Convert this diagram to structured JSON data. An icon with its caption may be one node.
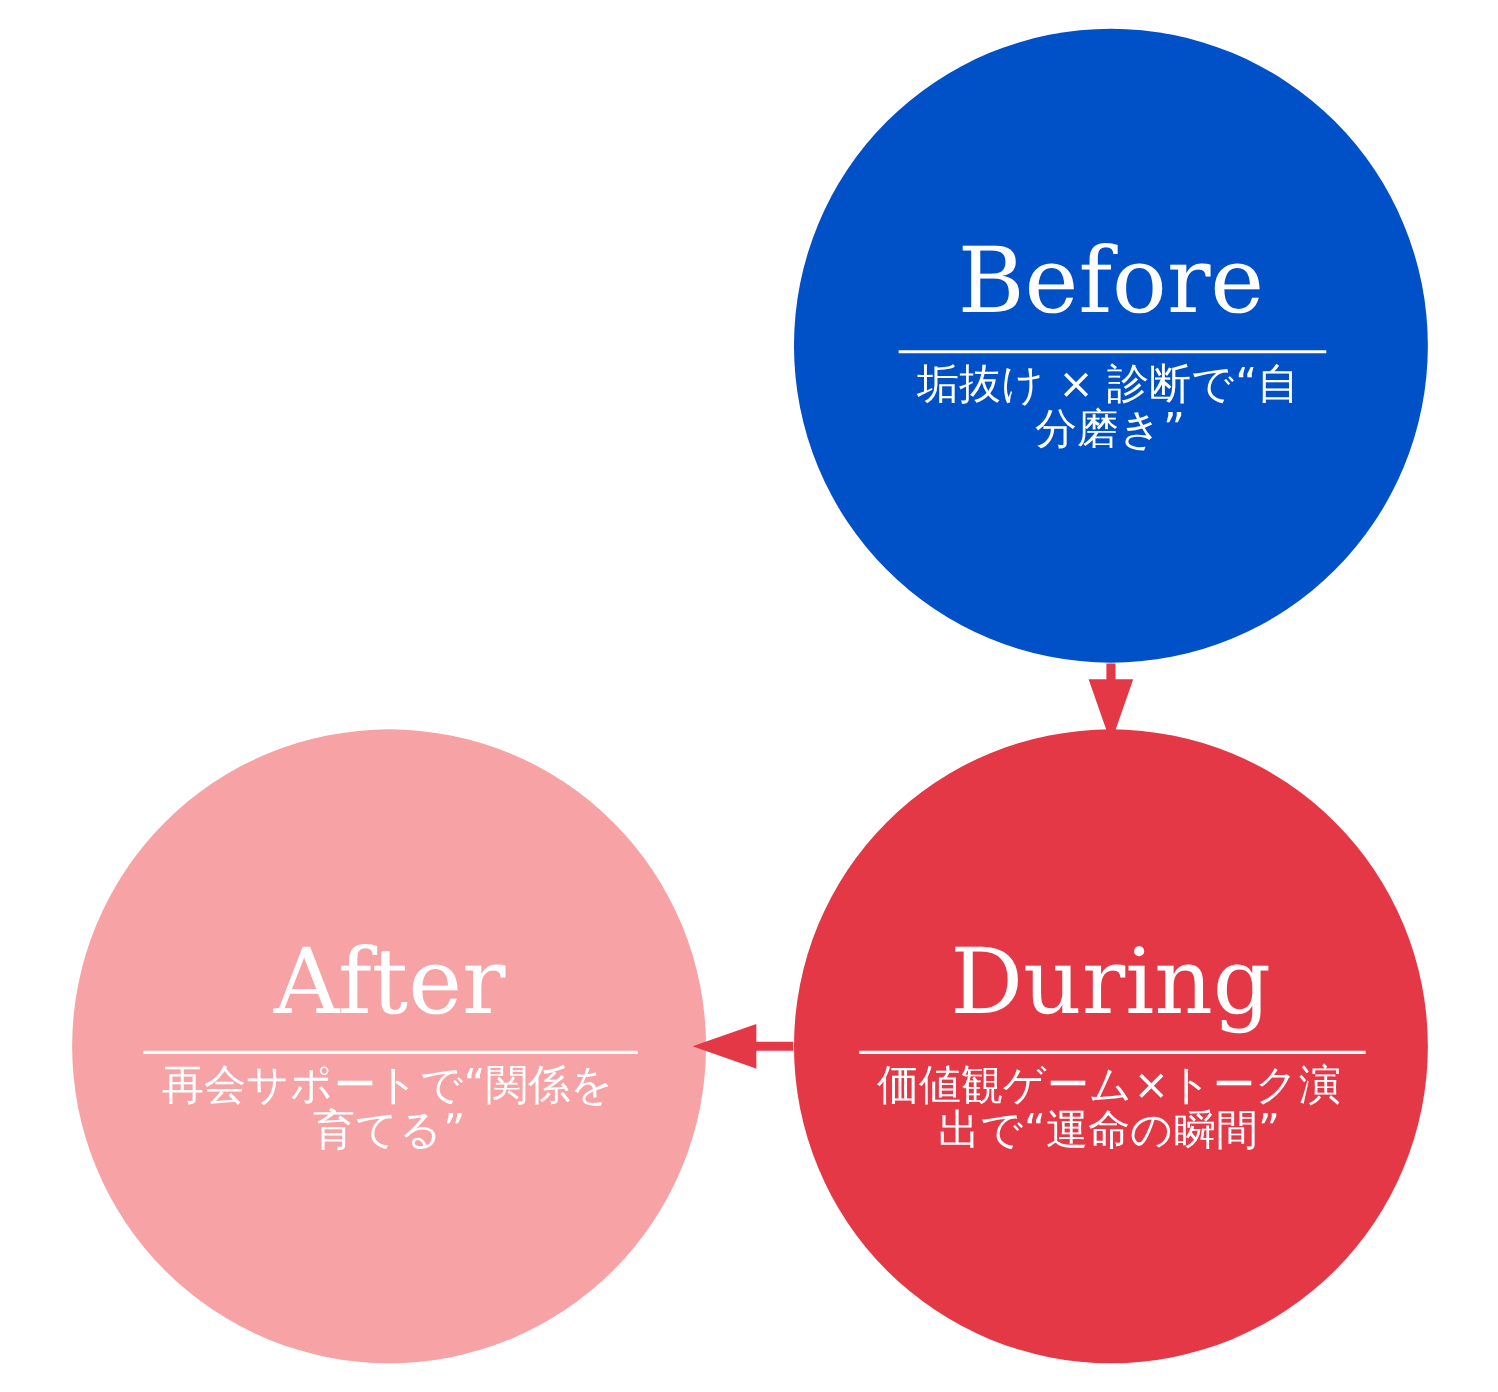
{
  "diagram": {
    "nodes": [
      {
        "text": [
          "Before",
          "垢抜け × 診断で“自分磨き”"
        ]
      },
      {
        "text": [
          "After",
          "再会サポートで“関係を育てる”"
        ]
      },
      {
        "text": [
          "During",
          "価値観ゲーム×トーク演出で“運命の瞬間”"
        ]
      }
    ],
    "edges": [
      {
        "from": 0,
        "to": 2,
        "arrow": "to"
      },
      {
        "from": 2,
        "to": 1,
        "arrow": "to"
      }
    ]
  }
}
